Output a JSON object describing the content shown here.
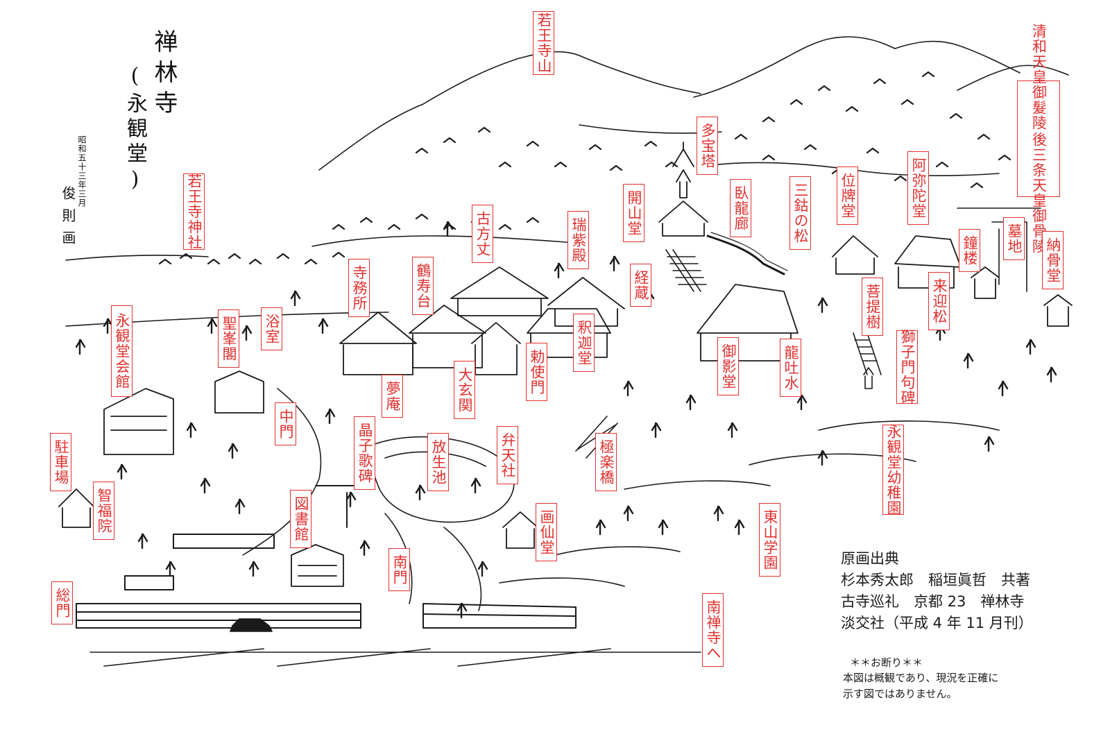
{
  "title": {
    "main": "禅林寺",
    "sub": "(永観堂)",
    "date": "昭和五十三年三月",
    "artist": "俊則画"
  },
  "labels": [
    {
      "id": "nyakuoji-san",
      "text": "若王寺山"
    },
    {
      "id": "nyakuoji-jinja",
      "text": "若王寺神社"
    },
    {
      "id": "tahoto",
      "text": "多宝塔"
    },
    {
      "id": "kaisando",
      "text": "開山堂"
    },
    {
      "id": "garyuro",
      "text": "臥龍廊"
    },
    {
      "id": "sanko-matsu",
      "text": "三鈷の松"
    },
    {
      "id": "ihaido",
      "text": "位牌堂"
    },
    {
      "id": "amidado",
      "text": "阿弥陀堂"
    },
    {
      "id": "seiwa-ryo",
      "text": "清和天皇御髮陵",
      "second": "後三条天皇御骨陵"
    },
    {
      "id": "kohojo",
      "text": "古方丈"
    },
    {
      "id": "zuishiden",
      "text": "瑞紫殿"
    },
    {
      "id": "boti",
      "text": "墓地"
    },
    {
      "id": "shoro",
      "text": "鐘楼"
    },
    {
      "id": "nokotsudo",
      "text": "納骨堂"
    },
    {
      "id": "jimusho",
      "text": "寺務所"
    },
    {
      "id": "kakujudai",
      "text": "鶴寿台"
    },
    {
      "id": "kyozo",
      "text": "経蔵"
    },
    {
      "id": "raigomatsu",
      "text": "来迎松"
    },
    {
      "id": "bodaiju",
      "text": "菩提樹"
    },
    {
      "id": "eikando-kaikan",
      "text": "永観堂会館"
    },
    {
      "id": "shohokaku",
      "text": "聖峯閣"
    },
    {
      "id": "yokushitsu",
      "text": "浴室"
    },
    {
      "id": "shakado",
      "text": "釈迦堂"
    },
    {
      "id": "mieido",
      "text": "御影堂"
    },
    {
      "id": "ryutosui",
      "text": "龍吐水"
    },
    {
      "id": "shishimon-kuhi",
      "text": "獅子門句碑"
    },
    {
      "id": "chokushimon",
      "text": "勅使門"
    },
    {
      "id": "daigenkan",
      "text": "大玄関"
    },
    {
      "id": "muan",
      "text": "夢庵"
    },
    {
      "id": "nakamon",
      "text": "中門"
    },
    {
      "id": "akiko-kahi",
      "text": "晶子歌碑"
    },
    {
      "id": "hojoike",
      "text": "放生池"
    },
    {
      "id": "bentensha",
      "text": "弁天社"
    },
    {
      "id": "gokurakubashi",
      "text": "極楽橋"
    },
    {
      "id": "eikando-yochien",
      "text": "永観堂幼稚園"
    },
    {
      "id": "chushajo",
      "text": "駐車場"
    },
    {
      "id": "chifukuin",
      "text": "智福院"
    },
    {
      "id": "toshokan",
      "text": "図書館"
    },
    {
      "id": "gasendo",
      "text": "画仙堂"
    },
    {
      "id": "higashiyama-gakuen",
      "text": "東山学園"
    },
    {
      "id": "nanmon",
      "text": "南門"
    },
    {
      "id": "somon",
      "text": "総門"
    },
    {
      "id": "nanzenji-he",
      "text": "南禅寺へ"
    }
  ],
  "credits": {
    "heading": "原画出典",
    "authors": "杉本秀太郎　稲垣眞哲　共著",
    "book": "古寺巡礼　京都 23　禅林寺",
    "publisher": "淡交社（平成 4 年 11 月刊）"
  },
  "disclaimer": {
    "heading": "＊＊お断り＊＊",
    "line1": "本図は概観であり、現況を正確に",
    "line2": "示す図ではありません。"
  },
  "colors": {
    "label": "#e0312f",
    "ink": "#1a1a1a"
  }
}
